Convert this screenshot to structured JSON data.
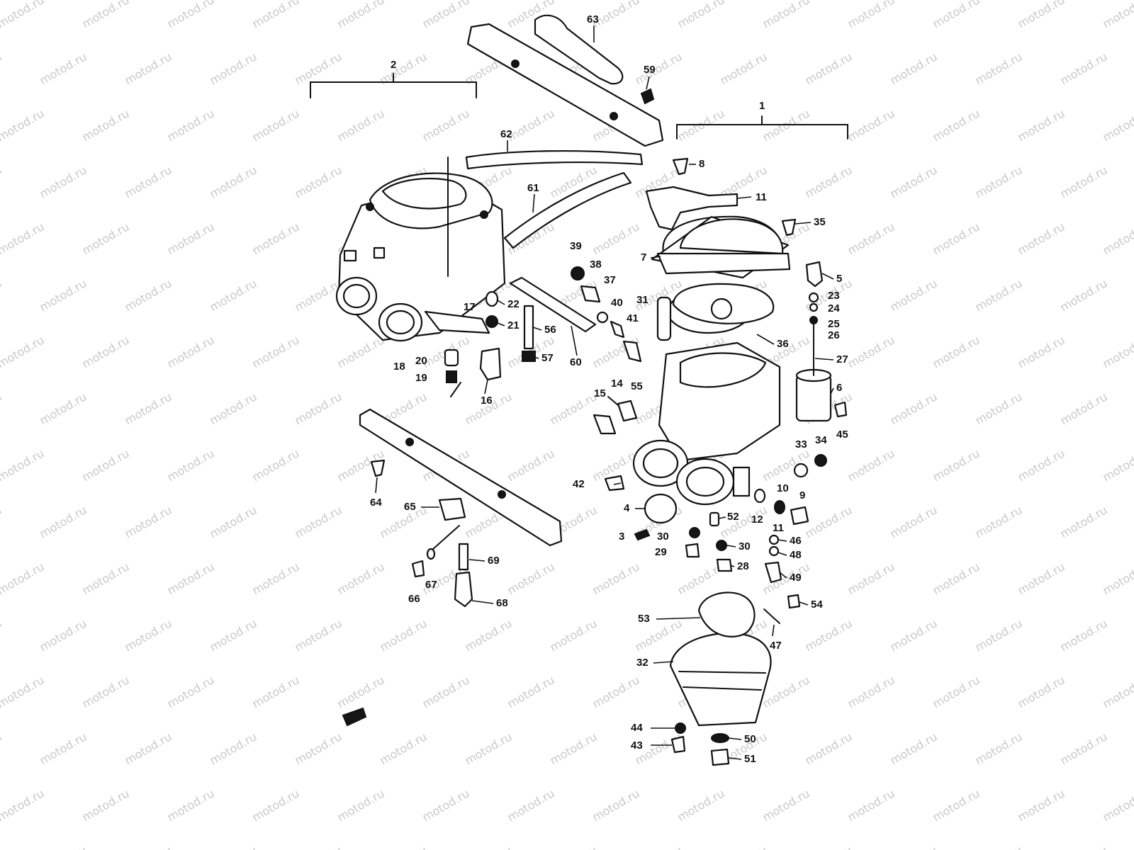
{
  "watermark": {
    "text": "motod.ru",
    "color": "#c9c9c9"
  },
  "ink_color": "#111111",
  "group_labels": [
    {
      "id": "group-1",
      "label": "1"
    },
    {
      "id": "group-2",
      "label": "2"
    }
  ],
  "callouts": [
    "3",
    "4",
    "5",
    "6",
    "7",
    "8",
    "9",
    "10",
    "11",
    "11",
    "12",
    "14",
    "15",
    "16",
    "17",
    "18",
    "19",
    "20",
    "21",
    "22",
    "23",
    "24",
    "25",
    "26",
    "27",
    "28",
    "29",
    "30",
    "30",
    "31",
    "32",
    "33",
    "34",
    "35",
    "36",
    "37",
    "38",
    "39",
    "40",
    "41",
    "42",
    "43",
    "44",
    "45",
    "46",
    "47",
    "48",
    "49",
    "50",
    "51",
    "52",
    "53",
    "54",
    "55",
    "56",
    "57",
    "59",
    "60",
    "61",
    "62",
    "63",
    "64",
    "65",
    "66",
    "67",
    "68",
    "69"
  ]
}
